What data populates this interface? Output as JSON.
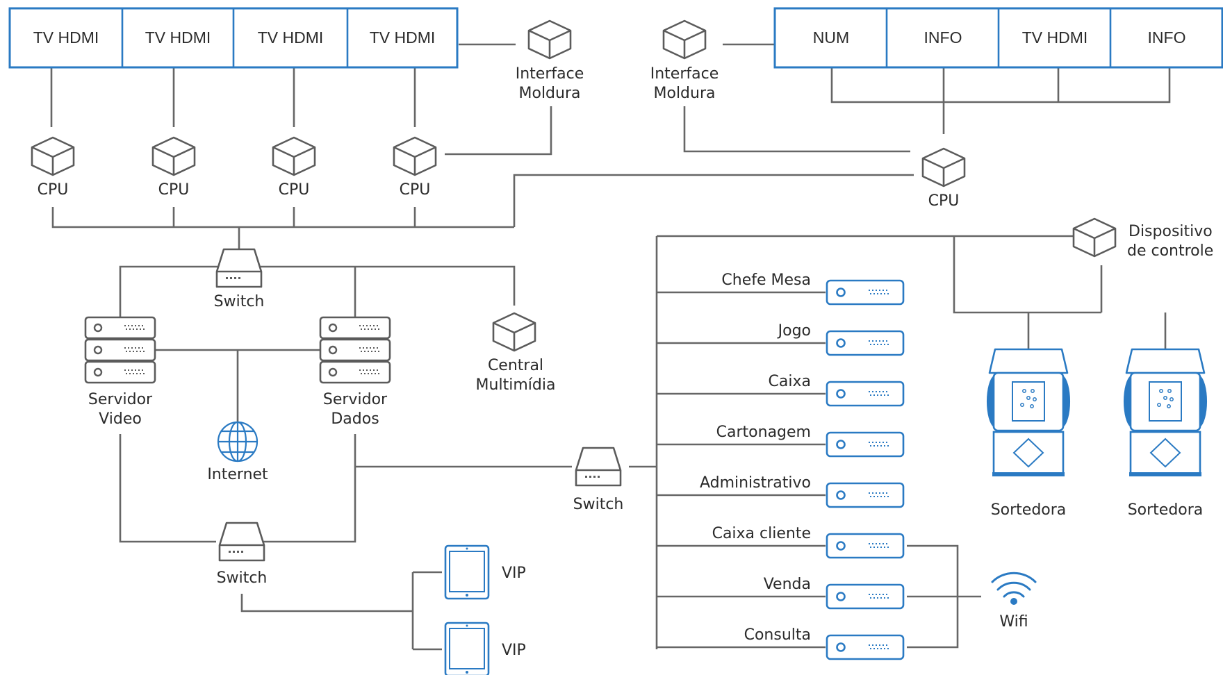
{
  "colors": {
    "accent_blue": "#2a7ac3",
    "line_gray": "#666666",
    "icon_gray": "#5b5b5b",
    "text": "#2b2b2b",
    "background": "#ffffff"
  },
  "left_display_panel": {
    "cells": [
      "TV HDMI",
      "TV HDMI",
      "TV HDMI",
      "TV HDMI"
    ]
  },
  "right_display_panel": {
    "cells": [
      "NUM",
      "INFO",
      "TV HDMI",
      "INFO"
    ]
  },
  "interface_left": {
    "line1": "Interface",
    "line2": "Moldura"
  },
  "interface_right": {
    "line1": "Interface",
    "line2": "Moldura"
  },
  "cpus": [
    "CPU",
    "CPU",
    "CPU",
    "CPU"
  ],
  "cpu_right": "CPU",
  "switch_top": "Switch",
  "switch_bottom": "Switch",
  "switch_middle": "Switch",
  "server_video": {
    "line1": "Servidor",
    "line2": "Video"
  },
  "server_data": {
    "line1": "Servidor",
    "line2": "Dados"
  },
  "central": {
    "line1": "Central",
    "line2": "Multimídia"
  },
  "internet": "Internet",
  "vip_devices": [
    "VIP",
    "VIP"
  ],
  "control_device": {
    "line1": "Dispositivo",
    "line2": "de controle"
  },
  "terminals": [
    "Chefe Mesa",
    "Jogo",
    "Caixa",
    "Cartonagem",
    "Administrativo",
    "Caixa cliente",
    "Venda",
    "Consulta"
  ],
  "sorters": [
    "Sortedora",
    "Sortedora"
  ],
  "wifi": "Wifi",
  "icons": [
    "cube-icon",
    "switch-icon",
    "server-rack-icon",
    "globe-icon",
    "tablet-icon",
    "terminal-icon",
    "bingo-sorter-icon",
    "wifi-icon"
  ]
}
